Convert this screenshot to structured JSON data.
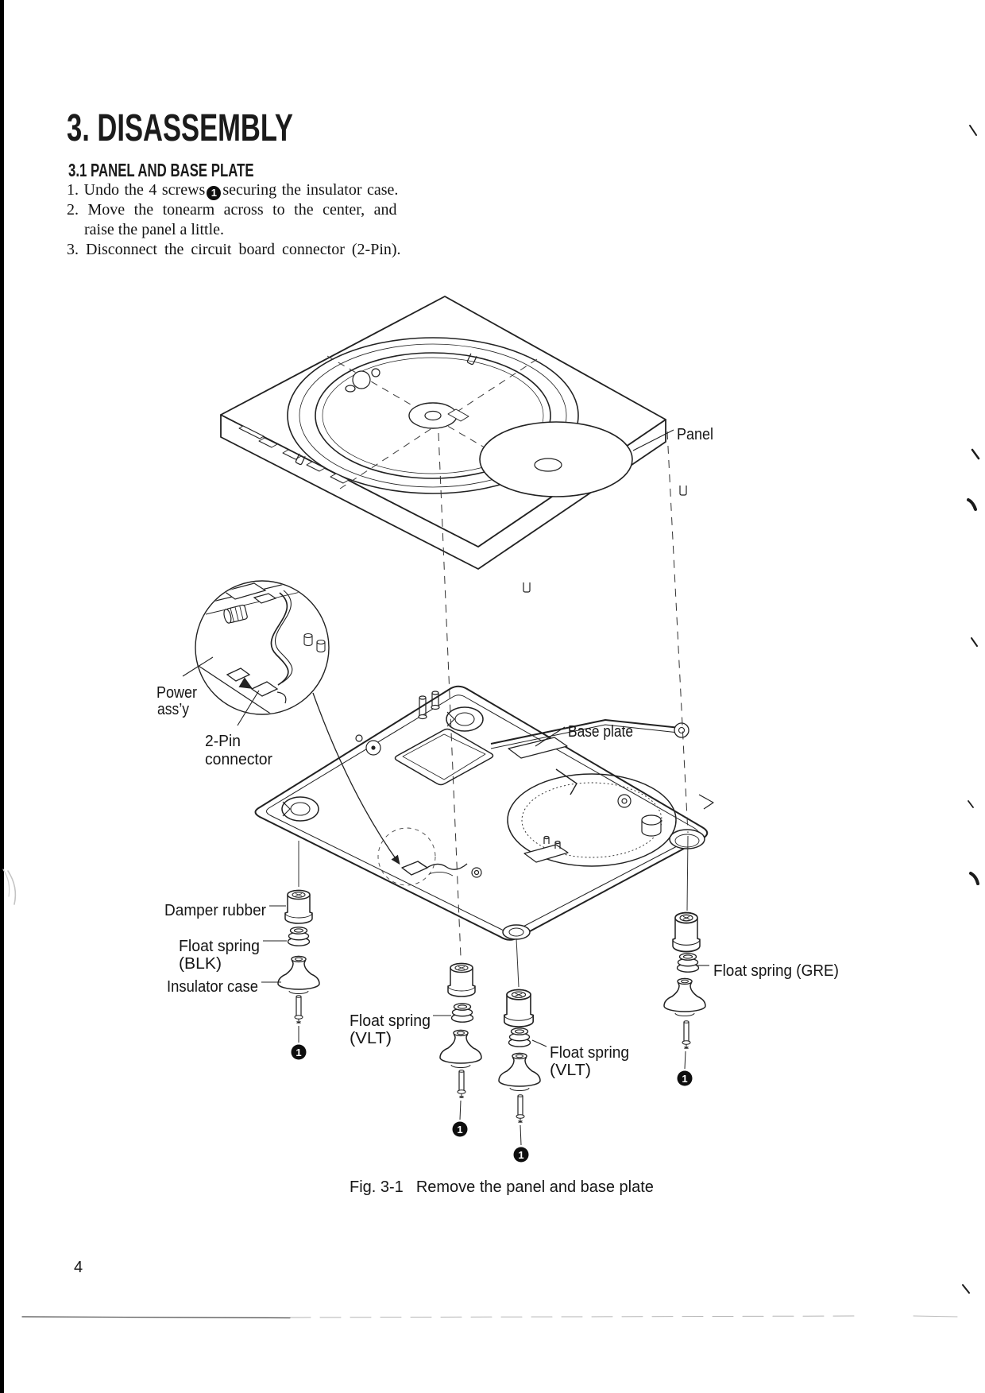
{
  "page": {
    "title": "3. DISASSEMBLY",
    "section_heading": "3.1  PANEL AND BASE PLATE",
    "steps": {
      "s1_pre": "1. Undo the 4 screws",
      "s1_badge": "1",
      "s1_post": "securing the insulator case.",
      "s2_line1": "2. Move the tonearm across to the center, and",
      "s2_line2": "raise the panel a little.",
      "s3": "3. Disconnect the circuit board connector (2-Pin)."
    },
    "caption_fig": "Fig. 3-1",
    "caption_text": "Remove the panel and base plate",
    "page_number": "4"
  },
  "figure": {
    "badge_label": "1",
    "labels": {
      "panel": "Panel",
      "power_assy_1": "Power",
      "power_assy_2": "ass’y",
      "pin_conn_1": "2-Pin",
      "pin_conn_2": "connector",
      "base_plate": "Base plate",
      "damper_rubber": "Damper rubber",
      "float_spring_blk_1": "Float spring",
      "float_spring_blk_2": "(BLK)",
      "insulator_case": "Insulator case",
      "float_spring_vlt1_1": "Float spring",
      "float_spring_vlt1_2": "(VLT)",
      "float_spring_vlt2_1": "Float spring",
      "float_spring_vlt2_2": "(VLT)",
      "float_spring_gre": "Float spring (GRE)"
    },
    "colors": {
      "ink": "#1b1b1b",
      "paper": "#ffffff"
    }
  }
}
